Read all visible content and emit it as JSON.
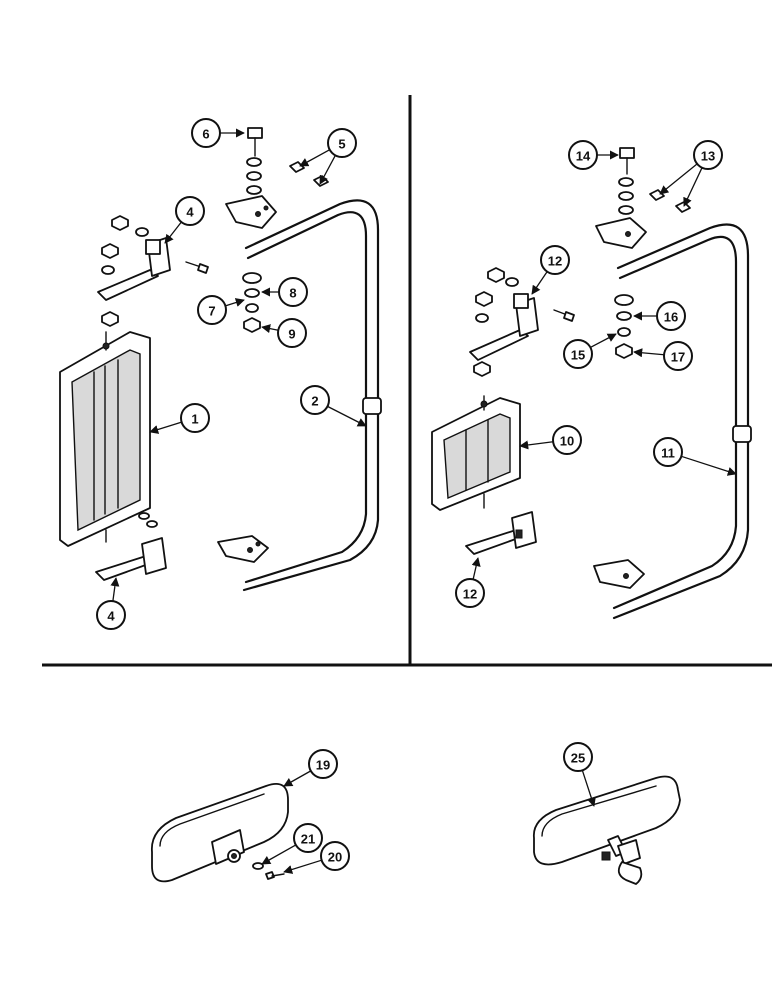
{
  "callouts": [
    {
      "id": "c1",
      "label": "1"
    },
    {
      "id": "c2",
      "label": "2"
    },
    {
      "id": "c4a",
      "label": "4"
    },
    {
      "id": "c4b",
      "label": "4"
    },
    {
      "id": "c5",
      "label": "5"
    },
    {
      "id": "c6",
      "label": "6"
    },
    {
      "id": "c7",
      "label": "7"
    },
    {
      "id": "c8",
      "label": "8"
    },
    {
      "id": "c9",
      "label": "9"
    },
    {
      "id": "c10",
      "label": "10"
    },
    {
      "id": "c11",
      "label": "11"
    },
    {
      "id": "c12a",
      "label": "12"
    },
    {
      "id": "c12b",
      "label": "12"
    },
    {
      "id": "c13",
      "label": "13"
    },
    {
      "id": "c14",
      "label": "14"
    },
    {
      "id": "c15",
      "label": "15"
    },
    {
      "id": "c16",
      "label": "16"
    },
    {
      "id": "c17",
      "label": "17"
    },
    {
      "id": "c19",
      "label": "19"
    },
    {
      "id": "c20",
      "label": "20"
    },
    {
      "id": "c21",
      "label": "21"
    },
    {
      "id": "c25",
      "label": "25"
    }
  ]
}
